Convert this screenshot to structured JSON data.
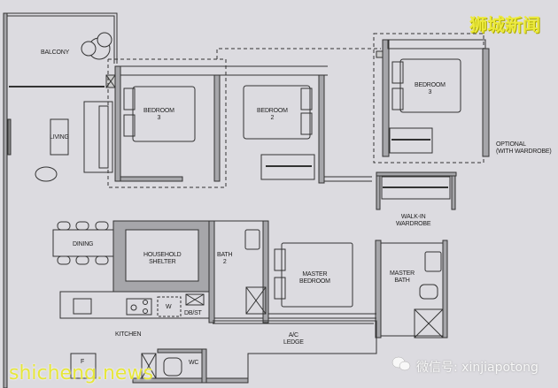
{
  "plan": {
    "rooms": {
      "balcony": "BALCONY",
      "living": "LIVING",
      "bedroom3": "BEDROOM\n3",
      "bedroom2": "BEDROOM\n2",
      "bedroom3_optional": "BEDROOM\n3",
      "optional_note": "OPTIONAL\n(WITH WARDROBE)",
      "dining": "DINING",
      "household_shelter": "HOUSEHOLD\nSHELTER",
      "bath2": "BATH\n2",
      "master_bedroom": "MASTER\nBEDROOM",
      "walk_in_wardrobe": "WALK-IN\nWARDROBE",
      "master_bath": "MASTER\nBATH",
      "kitchen": "KITCHEN",
      "ac_ledge": "A/C\nLEDGE",
      "wc": "WC",
      "washer": "W",
      "db_st": "DB/ST",
      "fridge": "F"
    },
    "colors": {
      "background": "#dcdbe0",
      "wall": "#a6a6aa",
      "line": "#333333"
    }
  },
  "watermarks": {
    "top_right": "狮城新闻",
    "bottom_left": "shicheng.news",
    "bottom_right": "微信号: xinjiapotong"
  }
}
